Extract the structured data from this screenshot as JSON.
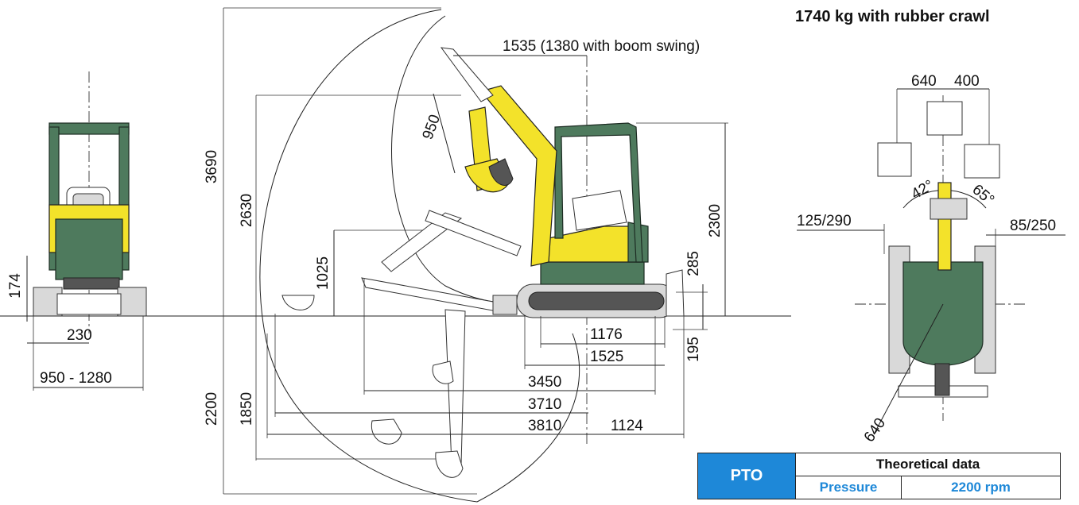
{
  "header": {
    "weight_text": "1740 kg with rubber crawl"
  },
  "side_view": {
    "dims": {
      "max_reach_top": "1535 (1380 with boom swing)",
      "total_height": "3690",
      "dump_height": "2630",
      "arm_length": "950",
      "boom_height": "1025",
      "cab_height": "2300",
      "ground_clearance": "285",
      "dig_depth": "2200",
      "vertical_depth": "1850",
      "track_length": "1176",
      "track_total": "1525",
      "blade_height": "195",
      "reach_1": "3450",
      "reach_2": "3710",
      "reach_3": "3810",
      "rear_overhang": "1124"
    }
  },
  "front_view": {
    "dims": {
      "height": "174",
      "half_width": "230",
      "track_width": "950 - 1280"
    }
  },
  "top_view": {
    "dims": {
      "offset_left": "640",
      "offset_right": "400",
      "angle_left": "42°",
      "angle_right": "65°",
      "offset_left_side": "125/290",
      "offset_right_side": "85/250",
      "rear_radius": "640"
    }
  },
  "pto_table": {
    "title": "PTO",
    "theory": "Theoretical data",
    "pressure": "Pressure",
    "rpm": "2200 rpm"
  },
  "colors": {
    "machine_yellow": "#f3e22a",
    "cab_green": "#4e7a5d",
    "table_blue": "#1e88d8"
  }
}
